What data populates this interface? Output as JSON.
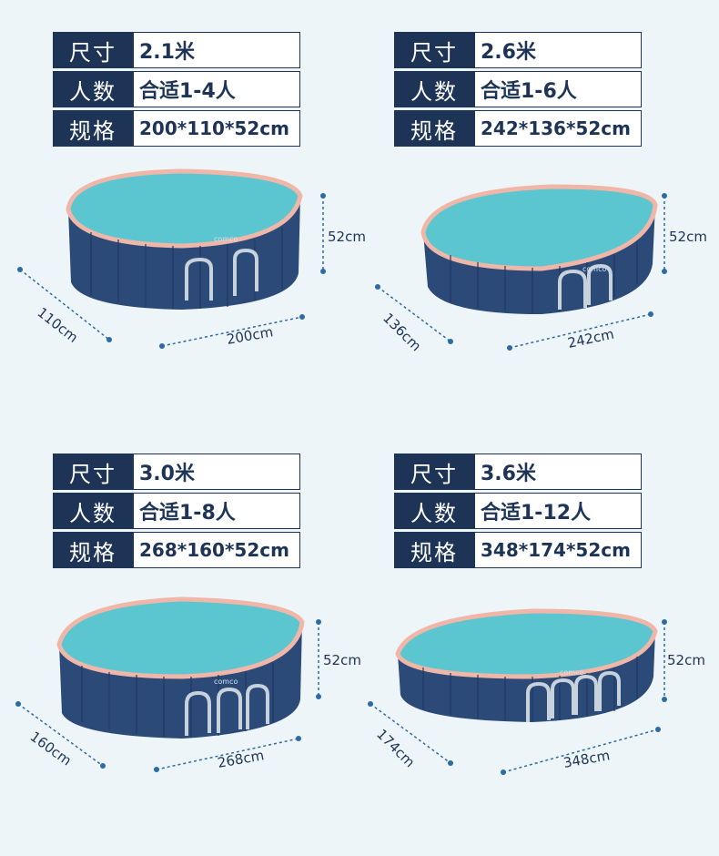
{
  "panels": [
    {
      "specs": [
        {
          "key": "尺寸",
          "value": "2.1米"
        },
        {
          "key": "人数",
          "value": "合适1-4人"
        },
        {
          "key": "规格",
          "value": "200*110*52cm"
        }
      ],
      "dims": {
        "height": "52cm",
        "width": "110cm",
        "length": "200cm"
      }
    },
    {
      "specs": [
        {
          "key": "尺寸",
          "value": "2.6米"
        },
        {
          "key": "人数",
          "value": "合适1-6人"
        },
        {
          "key": "规格",
          "value": "242*136*52cm"
        }
      ],
      "dims": {
        "height": "52cm",
        "width": "136cm",
        "length": "242cm"
      }
    },
    {
      "specs": [
        {
          "key": "尺寸",
          "value": "3.0米"
        },
        {
          "key": "人数",
          "value": "合适1-8人"
        },
        {
          "key": "规格",
          "value": "268*160*52cm"
        }
      ],
      "dims": {
        "height": "52cm",
        "width": "160cm",
        "length": "268cm"
      }
    },
    {
      "specs": [
        {
          "key": "尺寸",
          "value": "3.6米"
        },
        {
          "key": "人数",
          "value": "合适1-12人"
        },
        {
          "key": "规格",
          "value": "348*174*52cm"
        }
      ],
      "dims": {
        "height": "52cm",
        "width": "174cm",
        "length": "348cm"
      }
    }
  ],
  "brand": "comco",
  "colors": {
    "navy": "#1d3457",
    "pool_wall": "#2b4a78",
    "water": "#5cc6d0",
    "rim": "#f0b7a8",
    "background": "#eef5f9"
  }
}
